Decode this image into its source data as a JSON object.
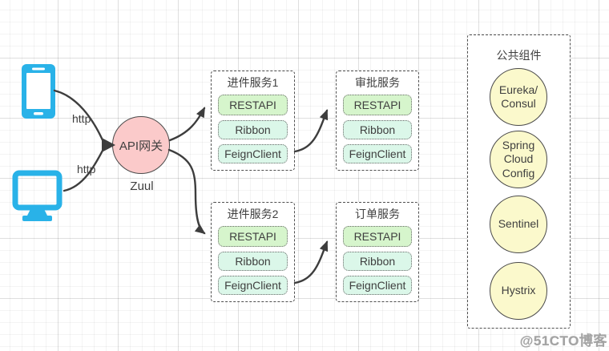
{
  "clients": {
    "mobile_http_label": "http",
    "desktop_http_label": "http"
  },
  "gateway": {
    "label": "API网关",
    "caption": "Zuul"
  },
  "services": [
    {
      "title": "进件服务1",
      "components": [
        "RESTAPI",
        "Ribbon",
        "FeignClient"
      ]
    },
    {
      "title": "审批服务",
      "components": [
        "RESTAPI",
        "Ribbon",
        "FeignClient"
      ]
    },
    {
      "title": "进件服务2",
      "components": [
        "RESTAPI",
        "Ribbon",
        "FeignClient"
      ]
    },
    {
      "title": "订单服务",
      "components": [
        "RESTAPI",
        "Ribbon",
        "FeignClient"
      ]
    }
  ],
  "common_panel": {
    "title": "公共组件",
    "items": [
      "Eureka/\nConsul",
      "Spring\nCloud\nConfig",
      "Sentinel",
      "Hystrix"
    ]
  },
  "watermark": "@51CTO博客",
  "colors": {
    "client_icon": "#29b2e8",
    "gateway_fill": "#fbcaca",
    "restapi_fill": "#d6f5cc",
    "component_fill": "#dbf7e9",
    "common_item_fill": "#fbf9cc",
    "arrow": "#3d3d3d"
  }
}
